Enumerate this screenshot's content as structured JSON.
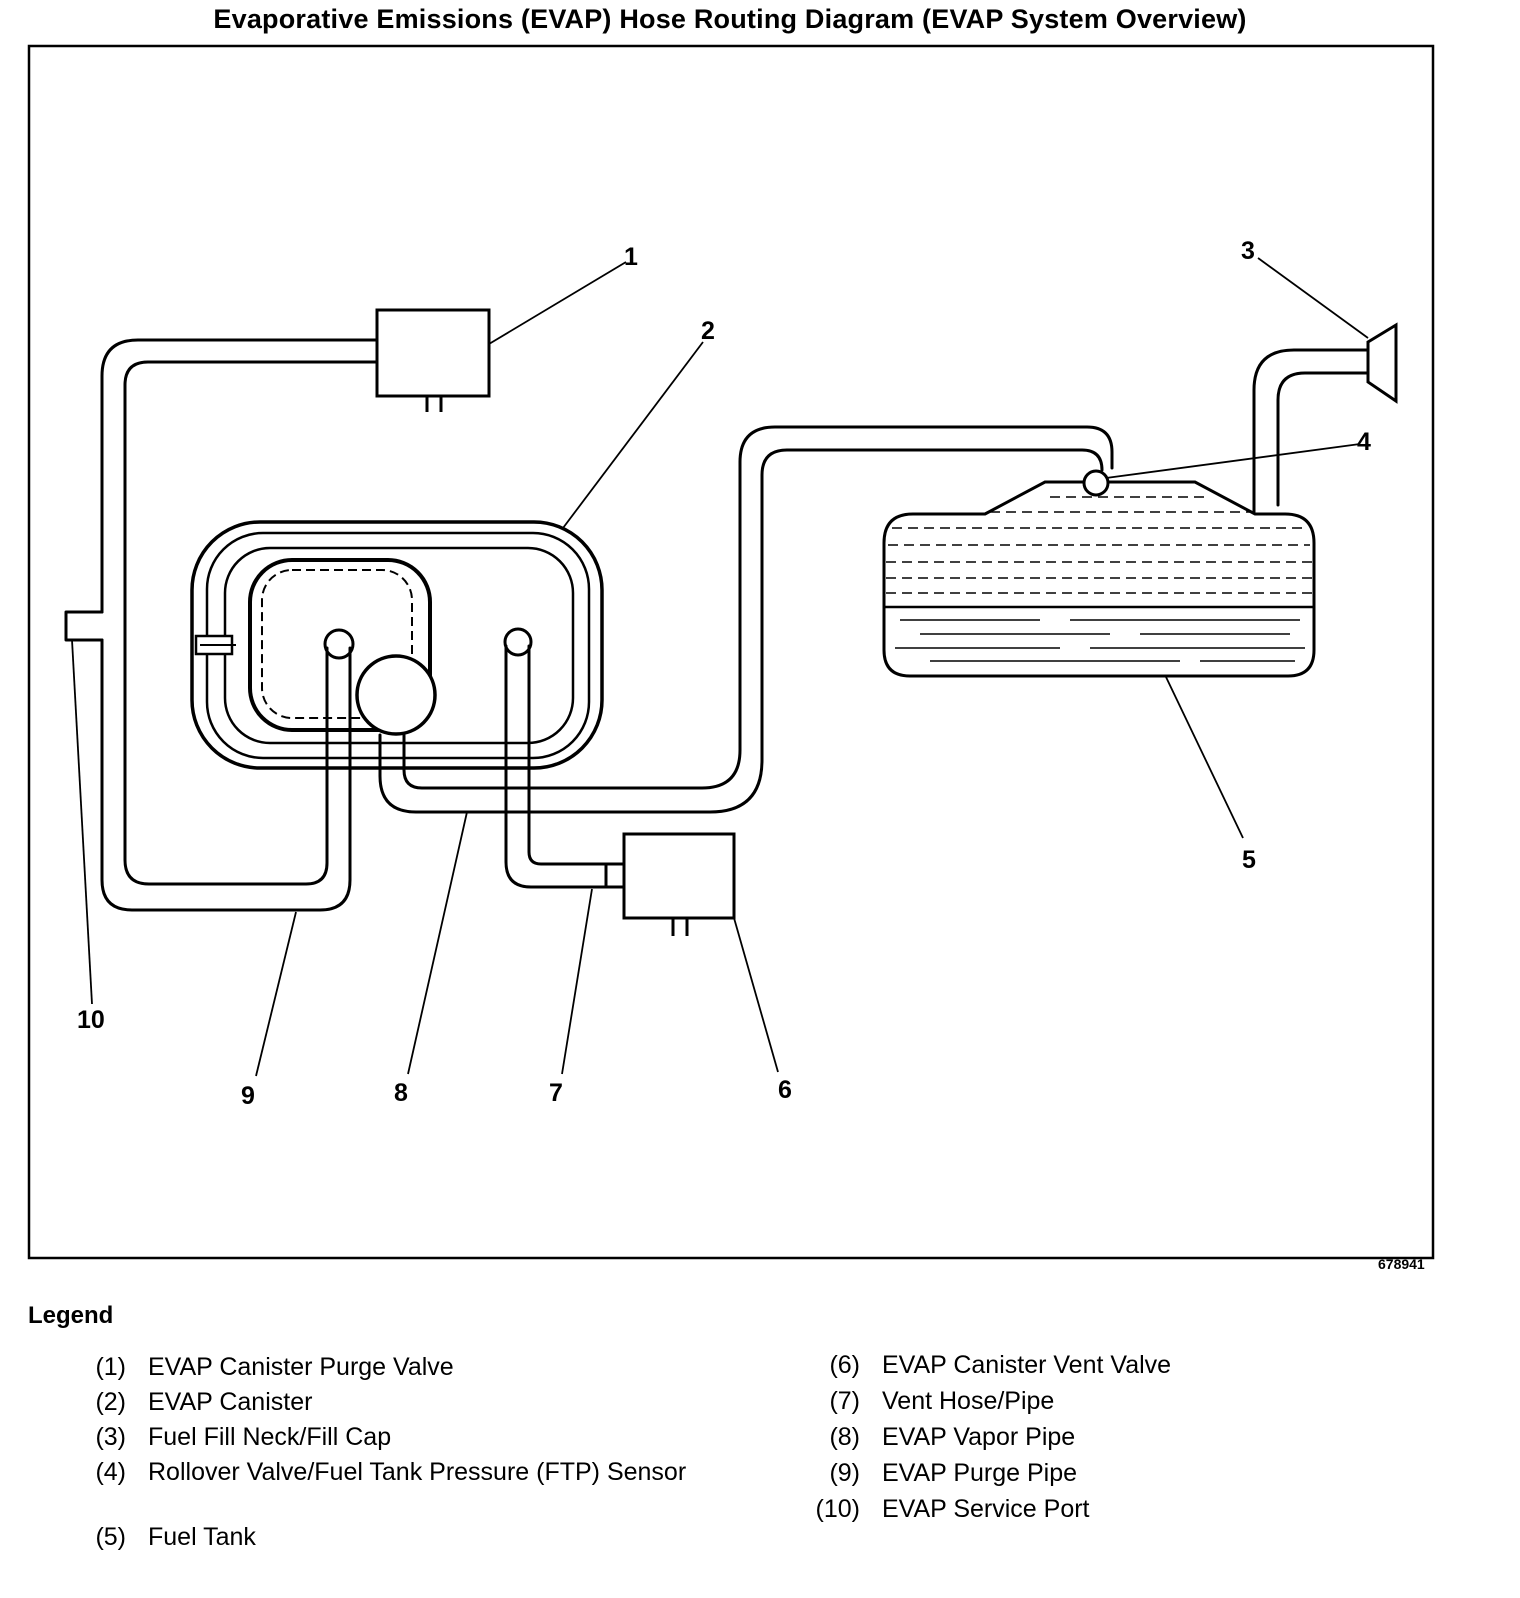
{
  "title": "Evaporative Emissions (EVAP) Hose Routing Diagram (EVAP System Overview)",
  "figure_id": "678941",
  "callouts": [
    "1",
    "2",
    "3",
    "4",
    "5",
    "6",
    "7",
    "8",
    "9",
    "10"
  ],
  "legend": {
    "heading": "Legend",
    "items": [
      {
        "num": "(1)",
        "label": "EVAP Canister Purge Valve"
      },
      {
        "num": "(2)",
        "label": "EVAP Canister"
      },
      {
        "num": "(3)",
        "label": "Fuel Fill Neck/Fill Cap"
      },
      {
        "num": "(4)",
        "label": "Rollover Valve/Fuel Tank Pressure (FTP) Sensor"
      },
      {
        "num": "(5)",
        "label": "Fuel Tank"
      },
      {
        "num": "(6)",
        "label": "EVAP Canister Vent Valve"
      },
      {
        "num": "(7)",
        "label": "Vent Hose/Pipe"
      },
      {
        "num": "(8)",
        "label": "EVAP Vapor Pipe"
      },
      {
        "num": "(9)",
        "label": "EVAP Purge Pipe"
      },
      {
        "num": "(10)",
        "label": "EVAP Service Port"
      }
    ]
  }
}
